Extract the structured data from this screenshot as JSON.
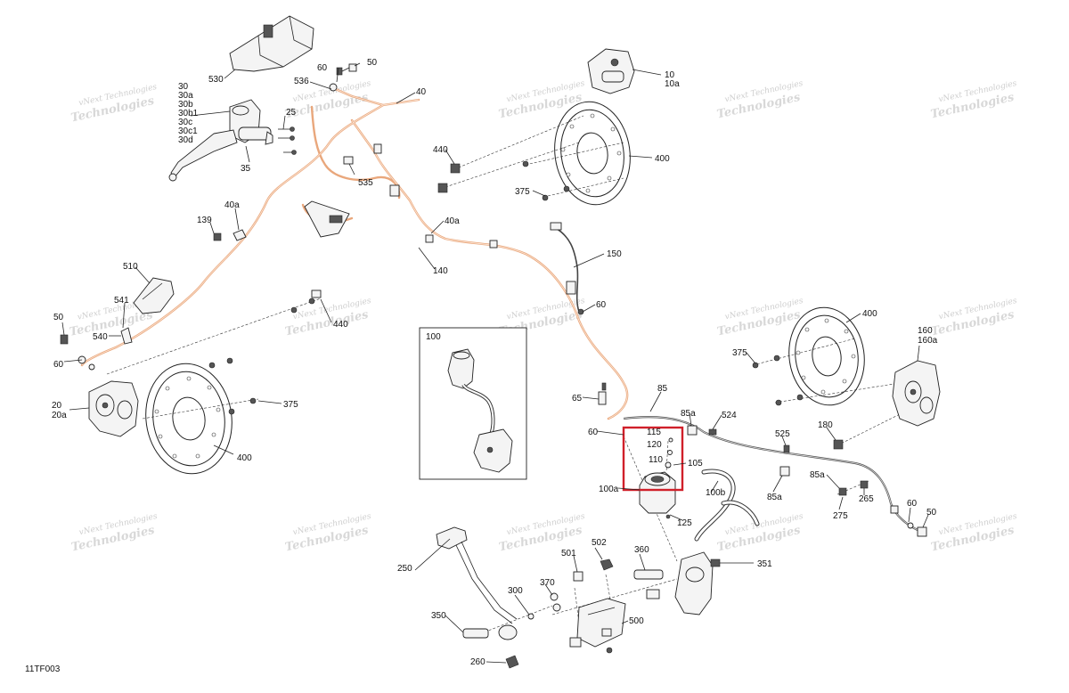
{
  "diagram": {
    "code": "11TF003",
    "watermark": {
      "line1": "vNext Technologies",
      "line2": "Technologies"
    },
    "highlight_color": "#d0202a",
    "hose_color": "#e9a77c",
    "inset_label": "100",
    "callouts": {
      "c530": "530",
      "c30": "30",
      "c30a": "30a",
      "c30b": "30b",
      "c30b1": "30b1",
      "c30c": "30c",
      "c30c1": "30c1",
      "c30d": "30d",
      "c35": "35",
      "c25": "25",
      "c60_top": "60",
      "c50_top": "50",
      "c536": "536",
      "c40": "40",
      "c535": "535",
      "c139": "139",
      "c40a_left": "40a",
      "c510": "510",
      "c541": "541",
      "c540": "540",
      "c50_left": "50",
      "c60_left": "60",
      "c20": "20",
      "c20a": "20a",
      "c440_left": "440",
      "c375_left": "375",
      "c400_left": "400",
      "c10": "10",
      "c10a": "10a",
      "c440_top": "440",
      "c400_top": "400",
      "c375_top": "375",
      "c40a_mid": "40a",
      "c140": "140",
      "c150": "150",
      "c60_mid": "60",
      "c65": "65",
      "c85": "85",
      "c60_lower": "60",
      "c115": "115",
      "c120": "120",
      "c110": "110",
      "c105": "105",
      "c100a": "100a",
      "c100b": "100b",
      "c125": "125",
      "c85a_a": "85a",
      "c524": "524",
      "c525": "525",
      "c85a_b": "85a",
      "c85a_c": "85a",
      "c275": "275",
      "c265": "265",
      "c60_right": "60",
      "c50_right": "50",
      "c180": "180",
      "c160": "160",
      "c160a": "160a",
      "c375_right": "375",
      "c400_right": "400",
      "c250": "250",
      "c501": "501",
      "c502": "502",
      "c360": "360",
      "c351": "351",
      "c370": "370",
      "c300": "300",
      "c350": "350",
      "c500": "500",
      "c260": "260"
    }
  }
}
